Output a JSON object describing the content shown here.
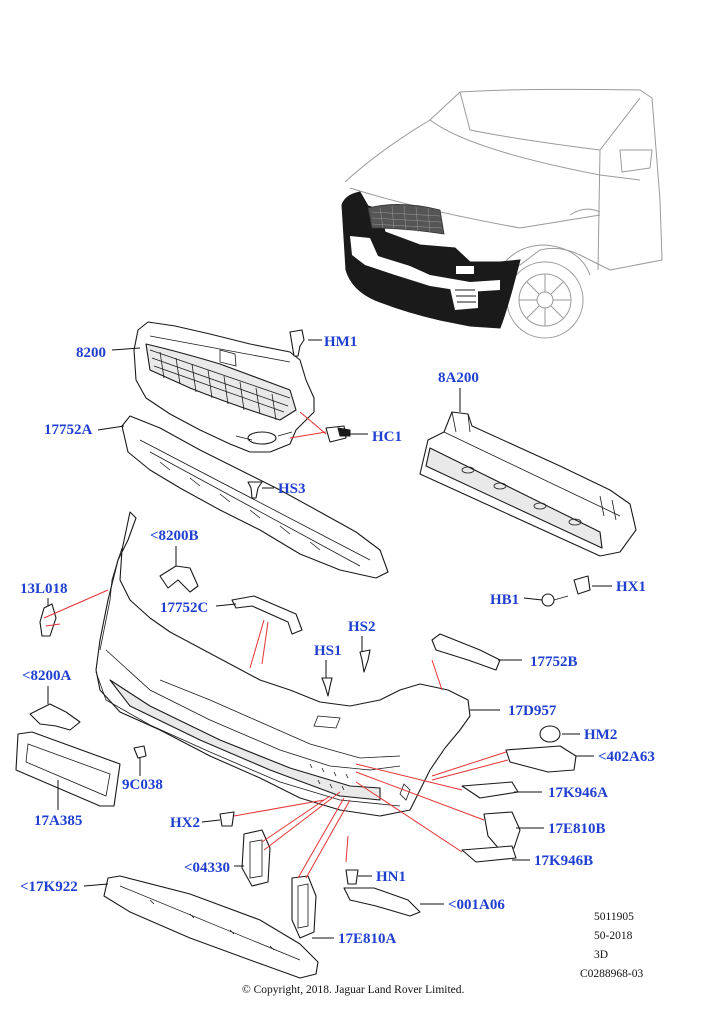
{
  "callouts": {
    "c8200": "8200",
    "hm1": "HM1",
    "c17752a": "17752A",
    "hc1": "HC1",
    "c8a200": "8A200",
    "hs3": "HS3",
    "c8200b": "<8200B",
    "c13l018": "13L018",
    "c17752c": "17752C",
    "hs2": "HS2",
    "hx1": "HX1",
    "hb1": "HB1",
    "hs1": "HS1",
    "c17752b": "17752B",
    "c8200a": "<8200A",
    "c17d957": "17D957",
    "hm2": "HM2",
    "c402a63": "<402A63",
    "c9c038": "9C038",
    "c17k946a": "17K946A",
    "c17a385": "17A385",
    "hx2": "HX2",
    "c17e810b": "17E810B",
    "c04330": "<04330",
    "c17k946b": "17K946B",
    "hn1": "HN1",
    "c17k922": "<17K922",
    "c001a06": "<001A06",
    "c17e810a": "17E810A"
  },
  "info_block": {
    "line1": "5011905",
    "line2": "50-2018",
    "line3": "3D",
    "line4": "C0288968-03"
  },
  "copyright": "© Copyright, 2018. Jaguar Land Rover Limited.",
  "colors": {
    "callout_text": "#1f3fd0",
    "leader_red": "#e53333",
    "line_art": "#1a1a1a"
  }
}
